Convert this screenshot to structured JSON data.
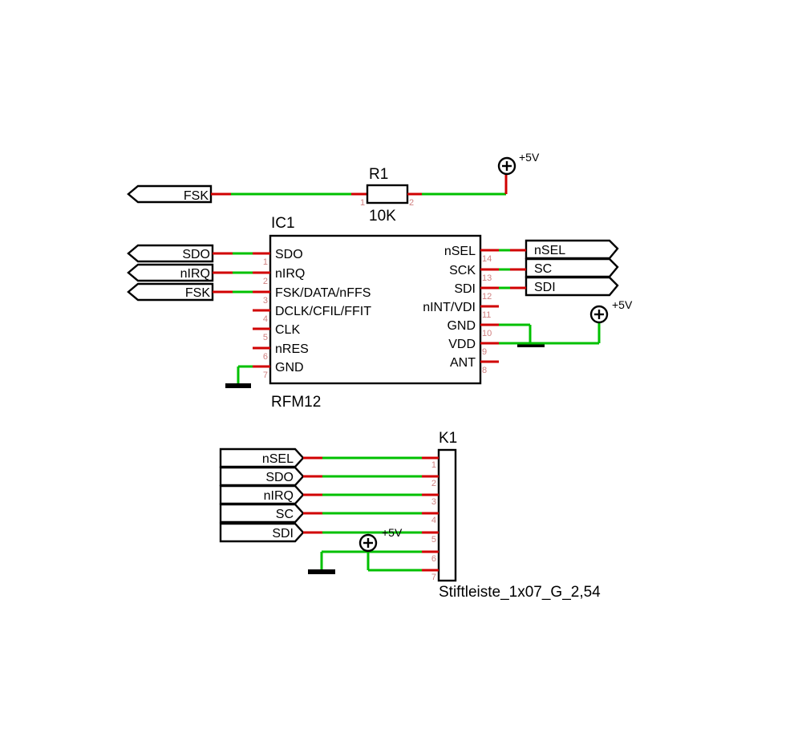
{
  "resistor": {
    "name": "R1",
    "value": "10K",
    "pin1": "1",
    "pin2": "2"
  },
  "supply_label": "+5V",
  "r_flag": "FSK",
  "ic": {
    "name": "IC1",
    "part": "RFM12",
    "left_pins": [
      {
        "label": "SDO",
        "num": "1"
      },
      {
        "label": "nIRQ",
        "num": "2"
      },
      {
        "label": "FSK/DATA/nFFS",
        "num": "3"
      },
      {
        "label": "DCLK/CFIL/FFIT",
        "num": "4"
      },
      {
        "label": "CLK",
        "num": "5"
      },
      {
        "label": "nRES",
        "num": "6"
      },
      {
        "label": "GND",
        "num": "7"
      }
    ],
    "right_pins": [
      {
        "label": "nSEL",
        "num": "14"
      },
      {
        "label": "SCK",
        "num": "13"
      },
      {
        "label": "SDI",
        "num": "12"
      },
      {
        "label": "nINT/VDI",
        "num": "11"
      },
      {
        "label": "GND",
        "num": "10"
      },
      {
        "label": "VDD",
        "num": "9"
      },
      {
        "label": "ANT",
        "num": "8"
      }
    ]
  },
  "ic_left_flags": [
    "SDO",
    "nIRQ",
    "FSK"
  ],
  "ic_right_flags": [
    "nSEL",
    "SC",
    "SDI"
  ],
  "header": {
    "name": "K1",
    "part": "Stiftleiste_1x07_G_2,54",
    "pins": [
      "1",
      "2",
      "3",
      "4",
      "5",
      "6",
      "7"
    ]
  },
  "header_flags": [
    "nSEL",
    "SDO",
    "nIRQ",
    "SC",
    "SDI"
  ]
}
